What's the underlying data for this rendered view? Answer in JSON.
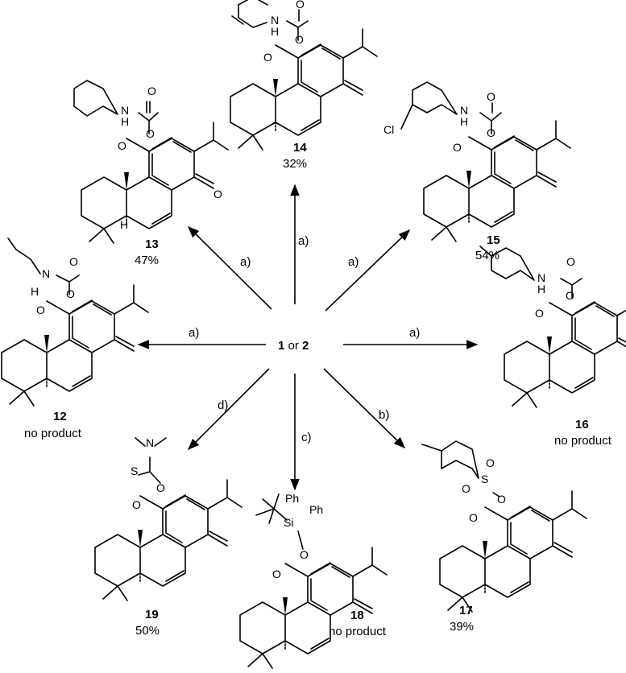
{
  "center": {
    "a": "1",
    "or": " or ",
    "b": "2"
  },
  "reagents": {
    "a": "a)",
    "b": "b)",
    "c": "c)",
    "d": "d)"
  },
  "atoms": {
    "N": "N",
    "H": "H",
    "O": "O",
    "S": "S",
    "Si": "Si",
    "Ph": "Ph",
    "Cl": "Cl"
  },
  "compounds": [
    {
      "id": "13",
      "label": "13",
      "result": "47%"
    },
    {
      "id": "14",
      "label": "14",
      "result": "32%"
    },
    {
      "id": "15",
      "label": "15",
      "result": "54%"
    },
    {
      "id": "12",
      "label": "12",
      "result": "no product"
    },
    {
      "id": "16",
      "label": "16",
      "result": "no product"
    },
    {
      "id": "19",
      "label": "19",
      "result": "50%"
    },
    {
      "id": "18",
      "label": "18",
      "result": "no product"
    },
    {
      "id": "17",
      "label": "17",
      "result": "39%"
    }
  ]
}
